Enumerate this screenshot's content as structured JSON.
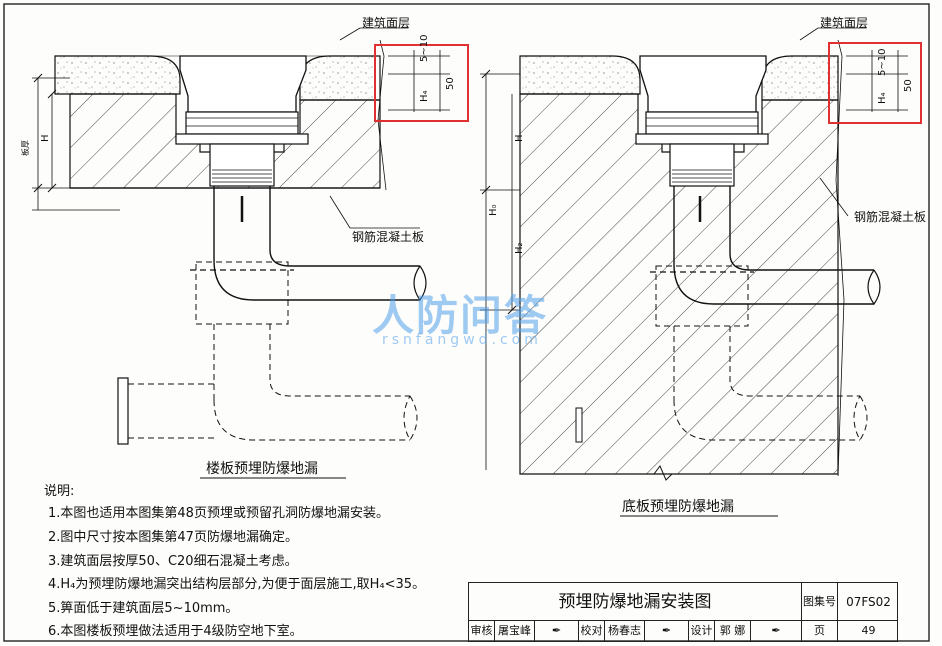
{
  "left_view": {
    "surface_layer_label": "建筑面层",
    "slab_label": "钢筋混凝土板",
    "dim_5_10": "5~10",
    "dim_50": "50",
    "dim_h4": "H₄",
    "dim_h": "H",
    "dim_thickness": "板厚",
    "caption": "楼板预埋防爆地漏"
  },
  "right_view": {
    "surface_layer_label": "建筑面层",
    "slab_label": "钢筋混凝土板",
    "dim_5_10": "5~10",
    "dim_50": "50",
    "dim_h4": "H₄",
    "dim_h": "H",
    "dim_h0": "H₀",
    "dim_h2": "H₂",
    "caption": "底板预埋防爆地漏"
  },
  "watermark": {
    "title": "人防问答",
    "url": "rsnfangwd.com"
  },
  "notes": {
    "title": "说明:",
    "items": [
      "1.本图也适用本图集第48页预埋或预留孔洞防爆地漏安装。",
      "2.图中尺寸按本图集第47页防爆地漏确定。",
      "3.建筑面层按厚50、C20细石混凝土考虑。",
      "4.H₄为预埋防爆地漏突出结构层部分,为便于面层施工,取H₄<35。",
      "5.箅面低于建筑面层5~10mm。",
      "6.本图楼板预埋做法适用于4级防空地下室。"
    ]
  },
  "title_block": {
    "title": "预埋防爆地漏安装图",
    "atlas_label": "图集号",
    "atlas_number": "07FS02",
    "review_label": "审核",
    "review_name": "屠宝峰",
    "check_label": "校对",
    "check_name": "杨春志",
    "design_label": "设计",
    "design_name": "郭 娜",
    "page_label": "页",
    "page_number": "49"
  },
  "colors": {
    "highlight": "#e03030",
    "watermark": "#50a0eb",
    "line": "#111111"
  }
}
